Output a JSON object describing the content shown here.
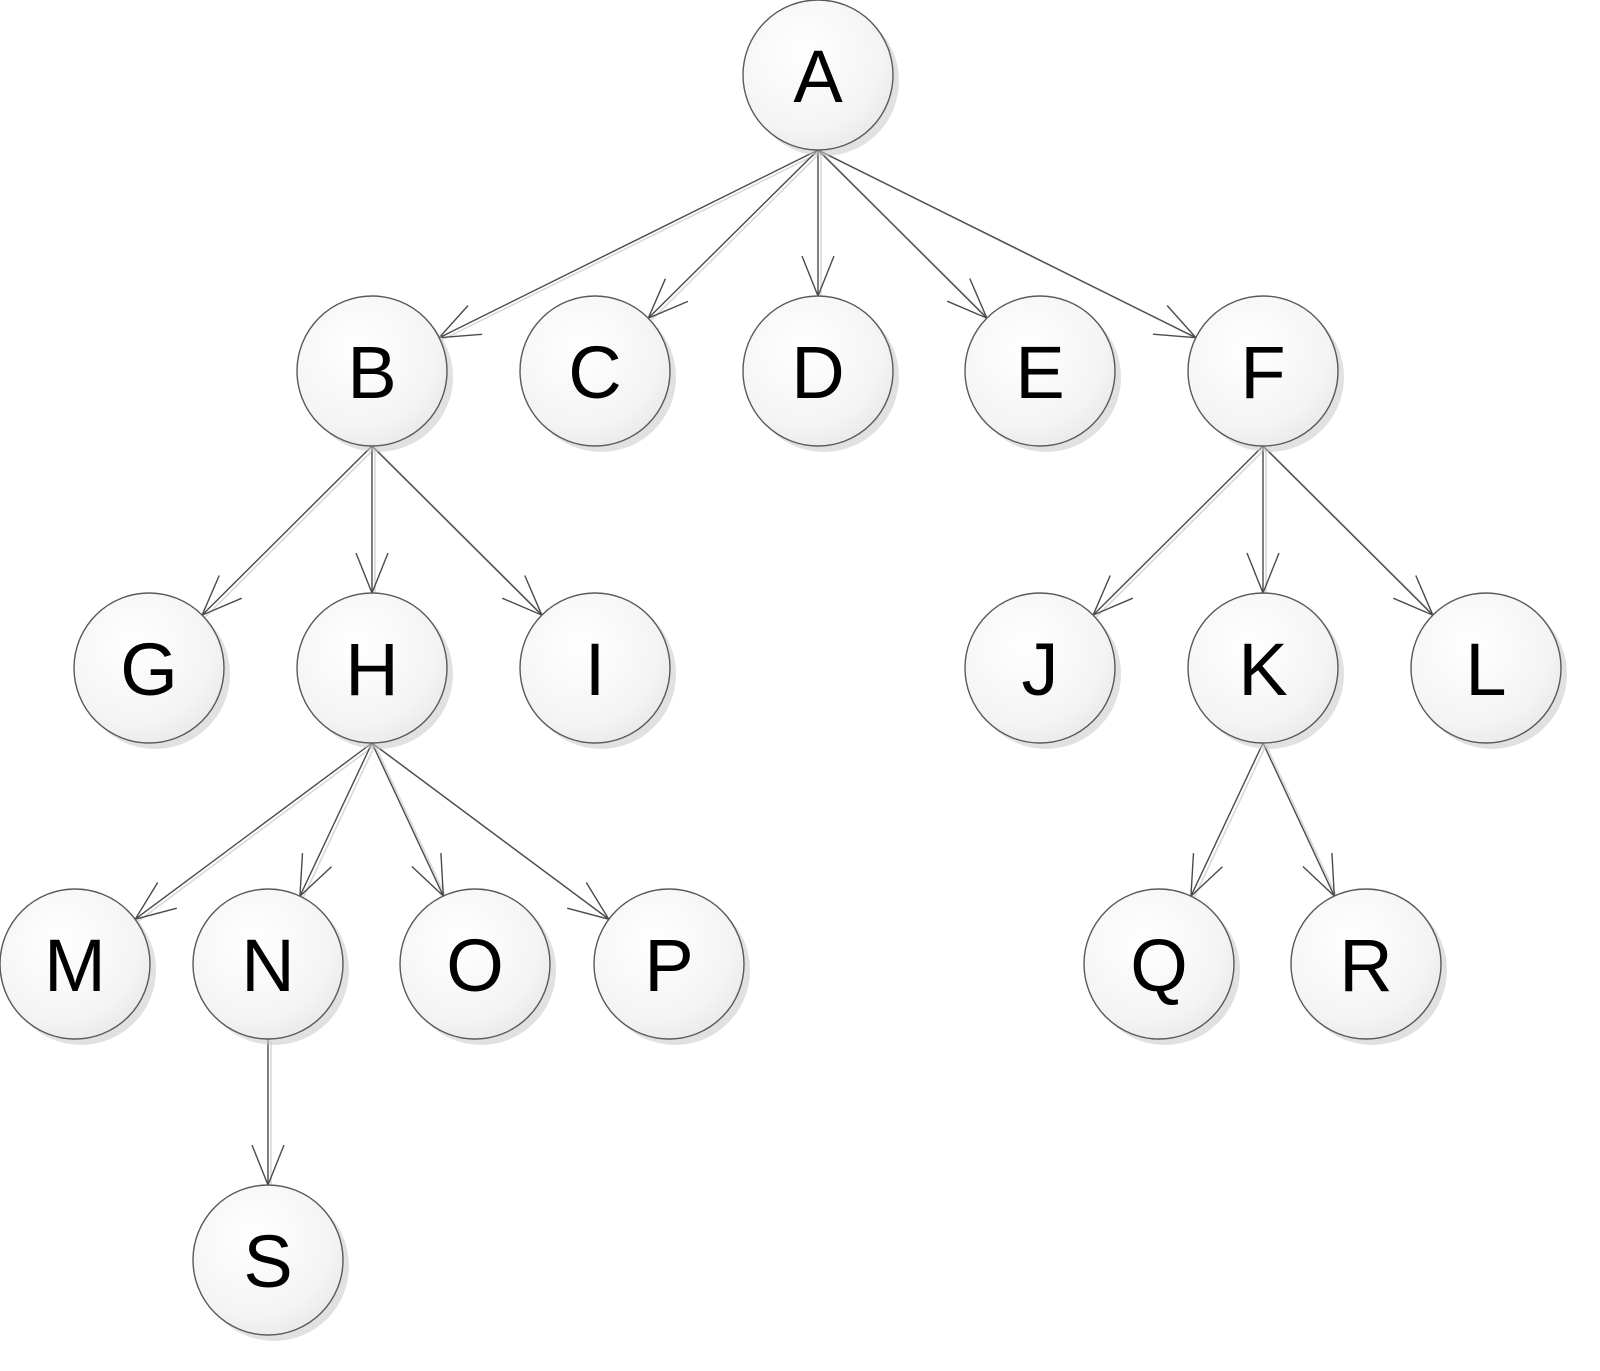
{
  "diagram": {
    "type": "tree",
    "nodes": [
      {
        "id": "A",
        "label": "A"
      },
      {
        "id": "B",
        "label": "B"
      },
      {
        "id": "C",
        "label": "C"
      },
      {
        "id": "D",
        "label": "D"
      },
      {
        "id": "E",
        "label": "E"
      },
      {
        "id": "F",
        "label": "F"
      },
      {
        "id": "G",
        "label": "G"
      },
      {
        "id": "H",
        "label": "H"
      },
      {
        "id": "I",
        "label": "I"
      },
      {
        "id": "J",
        "label": "J"
      },
      {
        "id": "K",
        "label": "K"
      },
      {
        "id": "L",
        "label": "L"
      },
      {
        "id": "M",
        "label": "M"
      },
      {
        "id": "N",
        "label": "N"
      },
      {
        "id": "O",
        "label": "O"
      },
      {
        "id": "P",
        "label": "P"
      },
      {
        "id": "Q",
        "label": "Q"
      },
      {
        "id": "R",
        "label": "R"
      },
      {
        "id": "S",
        "label": "S"
      }
    ],
    "edges": [
      {
        "from": "A",
        "to": "B"
      },
      {
        "from": "A",
        "to": "C"
      },
      {
        "from": "A",
        "to": "D"
      },
      {
        "from": "A",
        "to": "E"
      },
      {
        "from": "A",
        "to": "F"
      },
      {
        "from": "B",
        "to": "G"
      },
      {
        "from": "B",
        "to": "H"
      },
      {
        "from": "B",
        "to": "I"
      },
      {
        "from": "F",
        "to": "J"
      },
      {
        "from": "F",
        "to": "K"
      },
      {
        "from": "F",
        "to": "L"
      },
      {
        "from": "H",
        "to": "M"
      },
      {
        "from": "H",
        "to": "N"
      },
      {
        "from": "H",
        "to": "O"
      },
      {
        "from": "H",
        "to": "P"
      },
      {
        "from": "K",
        "to": "Q"
      },
      {
        "from": "K",
        "to": "R"
      },
      {
        "from": "N",
        "to": "S"
      }
    ]
  }
}
